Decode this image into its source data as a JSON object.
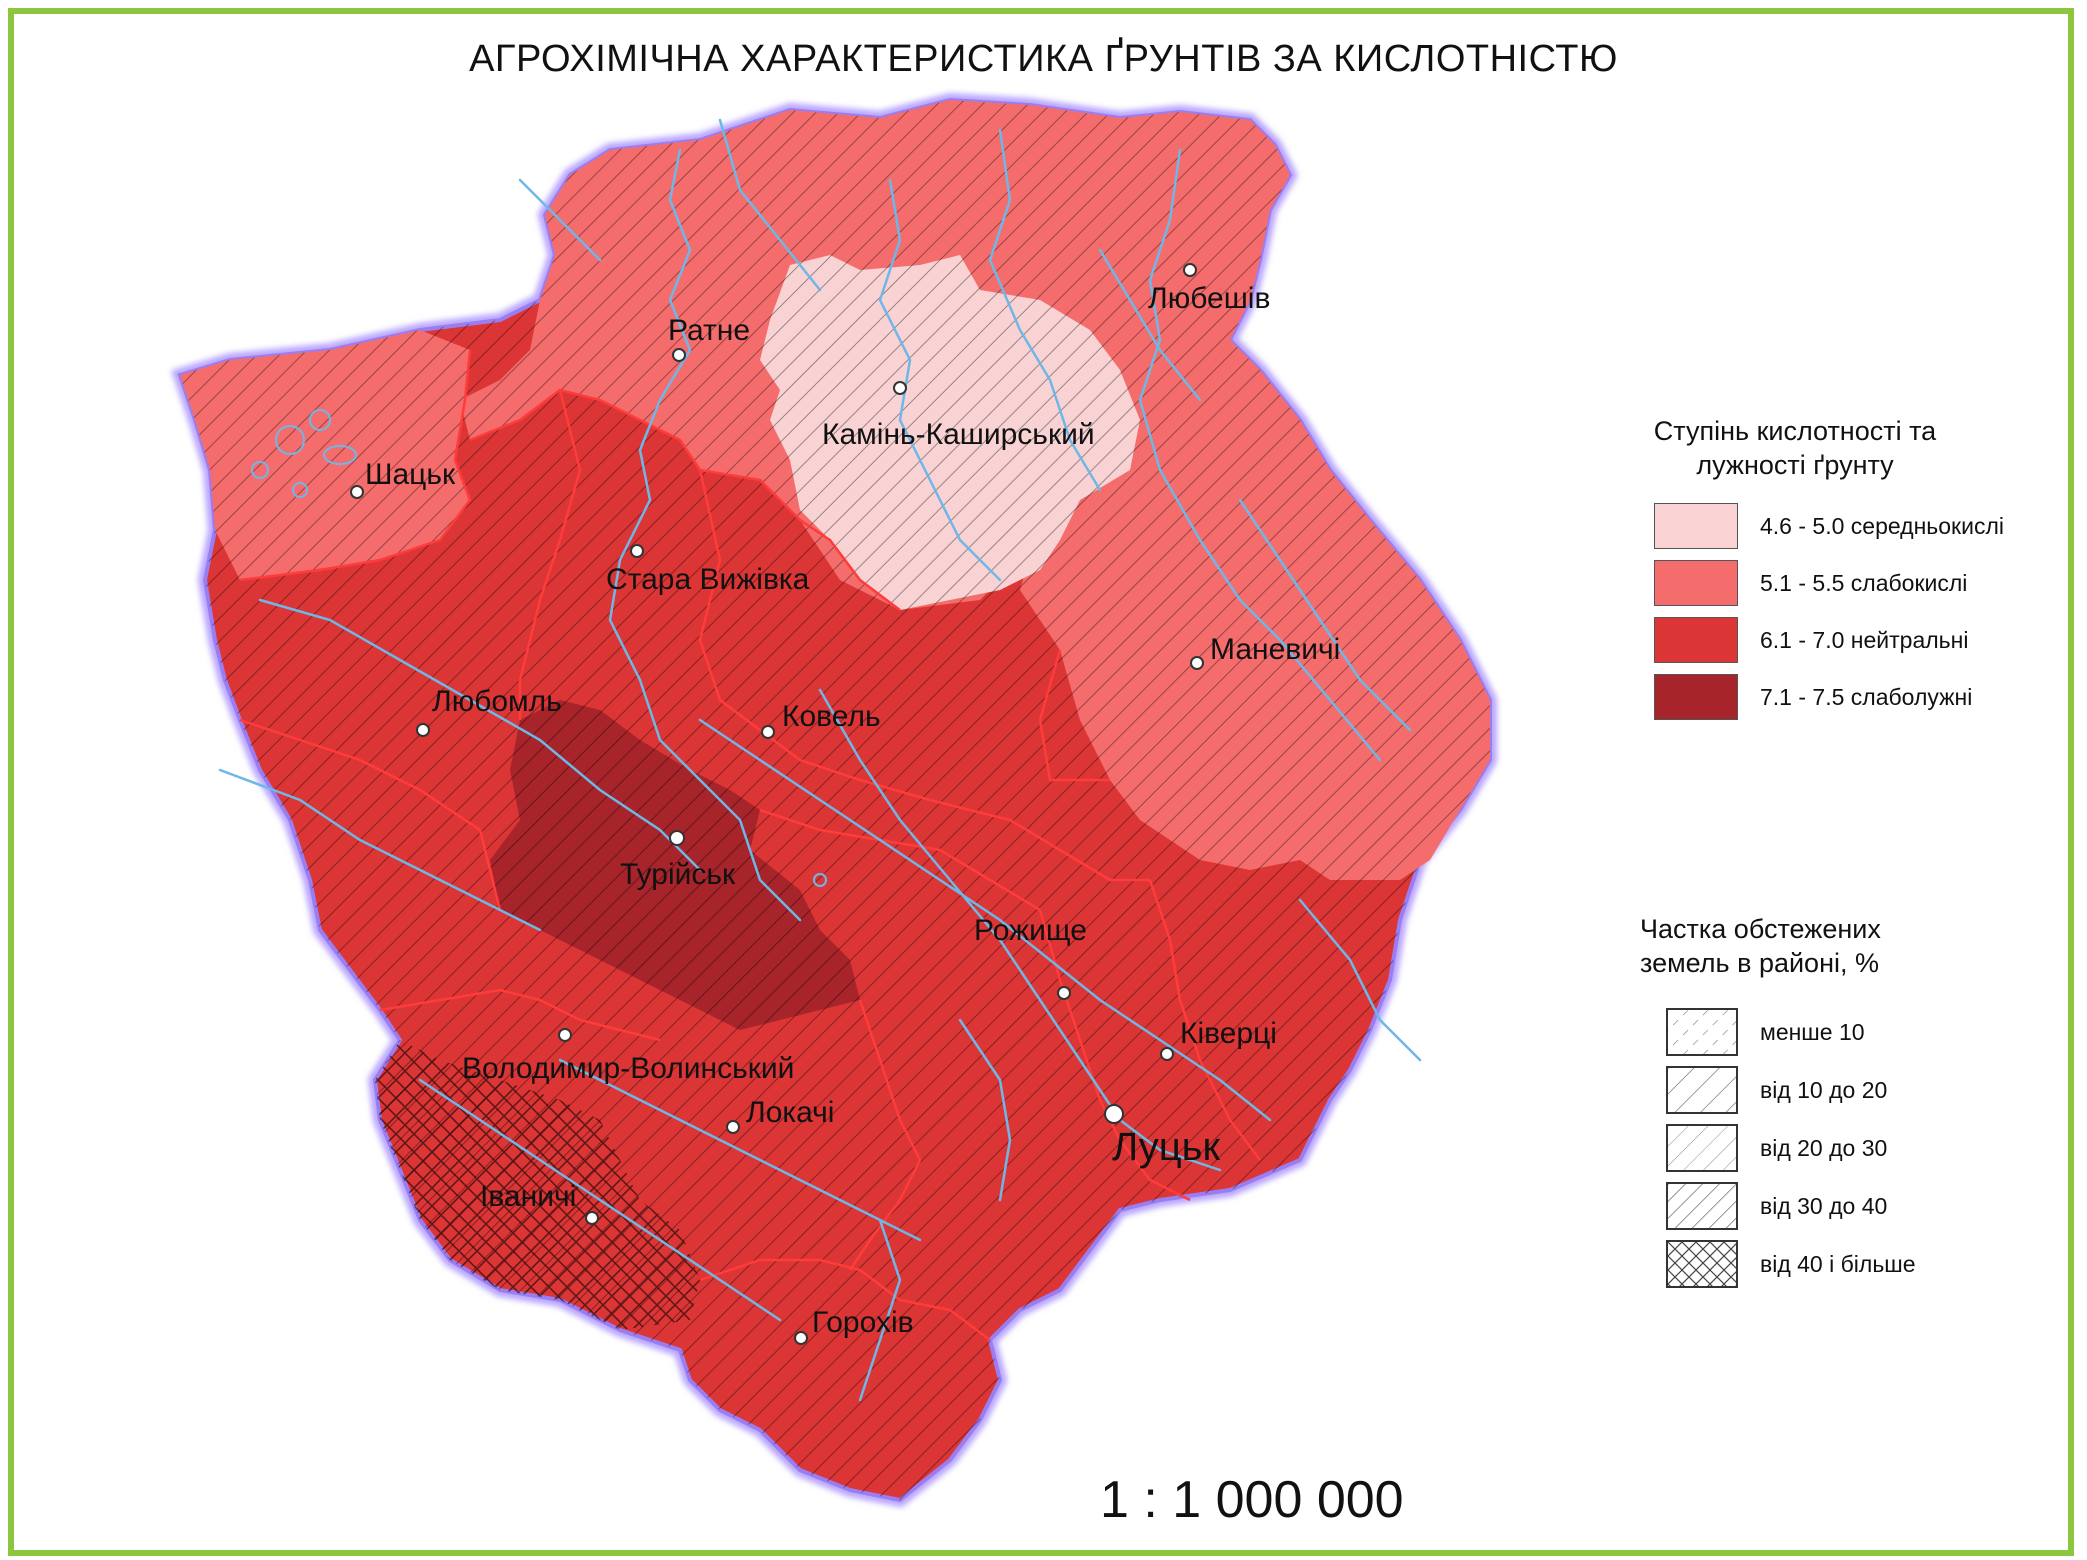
{
  "title": "АГРОХІМІЧНА ХАРАКТЕРИСТИКА ҐРУНТІВ ЗА КИСЛОТНІСТЮ",
  "scale": "1 : 1 000 000",
  "colors": {
    "frame": "#8cc63f",
    "border_glow": "#b9a6ff",
    "class_4_6": "#f9d3d4",
    "class_5_1": "#f56c6c",
    "class_6_1": "#dc3535",
    "class_7_1": "#a6242a",
    "river": "#6fb7e6",
    "boundary": "#ff3333"
  },
  "legend_acidity": {
    "title_line1": "Ступінь кислотності та",
    "title_line2": "лужності ґрунту",
    "items": [
      {
        "label": "4.6 - 5.0 середньокислі",
        "color": "#f9d3d4"
      },
      {
        "label": "5.1 - 5.5 слабокислі",
        "color": "#f56c6c"
      },
      {
        "label": "6.1 - 7.0 нейтральні",
        "color": "#dc3535"
      },
      {
        "label": "7.1 - 7.5 слаболужні",
        "color": "#a6242a"
      }
    ]
  },
  "legend_survey": {
    "title_line1": "Частка обстежених",
    "title_line2": "земель в районі, %",
    "items": [
      {
        "label": "менше 10",
        "pattern": "dashed-hatch"
      },
      {
        "label": "від 10 до 20",
        "pattern": "hatch-sparse"
      },
      {
        "label": "від 20 до 30",
        "pattern": "hatch-light"
      },
      {
        "label": "від 30 до 40",
        "pattern": "hatch-medium"
      },
      {
        "label": "від 40 і більше",
        "pattern": "crosshatch"
      }
    ]
  },
  "cities": [
    {
      "name": "Ратне"
    },
    {
      "name": "Любешів"
    },
    {
      "name": "Камінь-Каширський"
    },
    {
      "name": "Шацьк"
    },
    {
      "name": "Стара Вижівка"
    },
    {
      "name": "Маневичі"
    },
    {
      "name": "Любомль"
    },
    {
      "name": "Ковель"
    },
    {
      "name": "Турійськ"
    },
    {
      "name": "Рожище"
    },
    {
      "name": "Ківерці"
    },
    {
      "name": "Володимир-Волинський"
    },
    {
      "name": "Локачі"
    },
    {
      "name": "Луцьк"
    },
    {
      "name": "Іваничі"
    },
    {
      "name": "Горохів"
    }
  ]
}
